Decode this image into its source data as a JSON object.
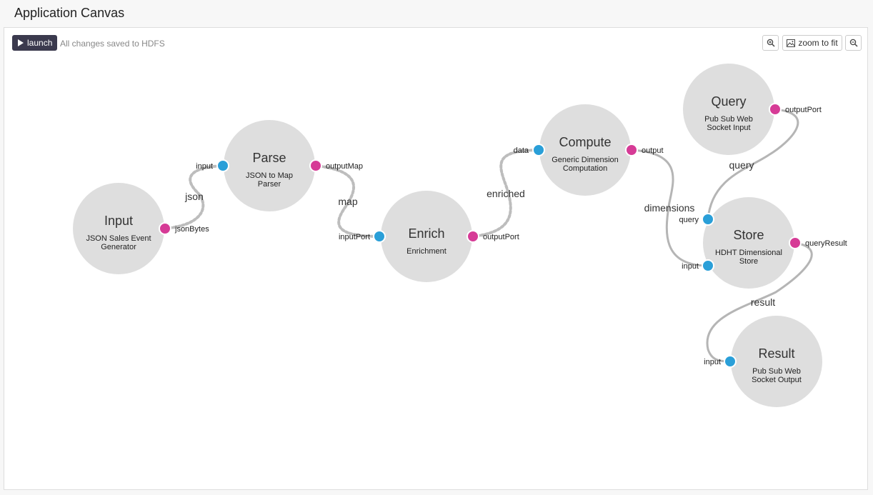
{
  "header": {
    "title": "Application Canvas"
  },
  "toolbar": {
    "launch_label": "launch",
    "status": "All changes saved to HDFS",
    "zoom_fit_label": "zoom to fit"
  },
  "colors": {
    "output_port": "#d63b96",
    "input_port": "#2a9fd8",
    "node_fill": "#dedede"
  },
  "nodes": {
    "input": {
      "title": "Input",
      "sub1": "JSON Sales Event",
      "sub2": "Generator"
    },
    "parse": {
      "title": "Parse",
      "sub1": "JSON to Map",
      "sub2": "Parser"
    },
    "enrich": {
      "title": "Enrich",
      "sub1": "Enrichment",
      "sub2": ""
    },
    "compute": {
      "title": "Compute",
      "sub1": "Generic Dimension",
      "sub2": "Computation"
    },
    "query": {
      "title": "Query",
      "sub1": "Pub Sub Web",
      "sub2": "Socket Input"
    },
    "store": {
      "title": "Store",
      "sub1": "HDHT Dimensional",
      "sub2": "Store"
    },
    "result": {
      "title": "Result",
      "sub1": "Pub Sub Web",
      "sub2": "Socket Output"
    }
  },
  "ports": {
    "input_out": "jsonBytes",
    "parse_in": "input",
    "parse_out": "outputMap",
    "enrich_in": "inputPort",
    "enrich_out": "outputPort",
    "compute_in": "data",
    "compute_out": "output",
    "query_out": "outputPort",
    "store_query_in": "query",
    "store_input_in": "input",
    "store_out": "queryResult",
    "result_in": "input"
  },
  "edges": {
    "json": "json",
    "map": "map",
    "enriched": "enriched",
    "dimensions": "dimensions",
    "query": "query",
    "result": "result"
  }
}
